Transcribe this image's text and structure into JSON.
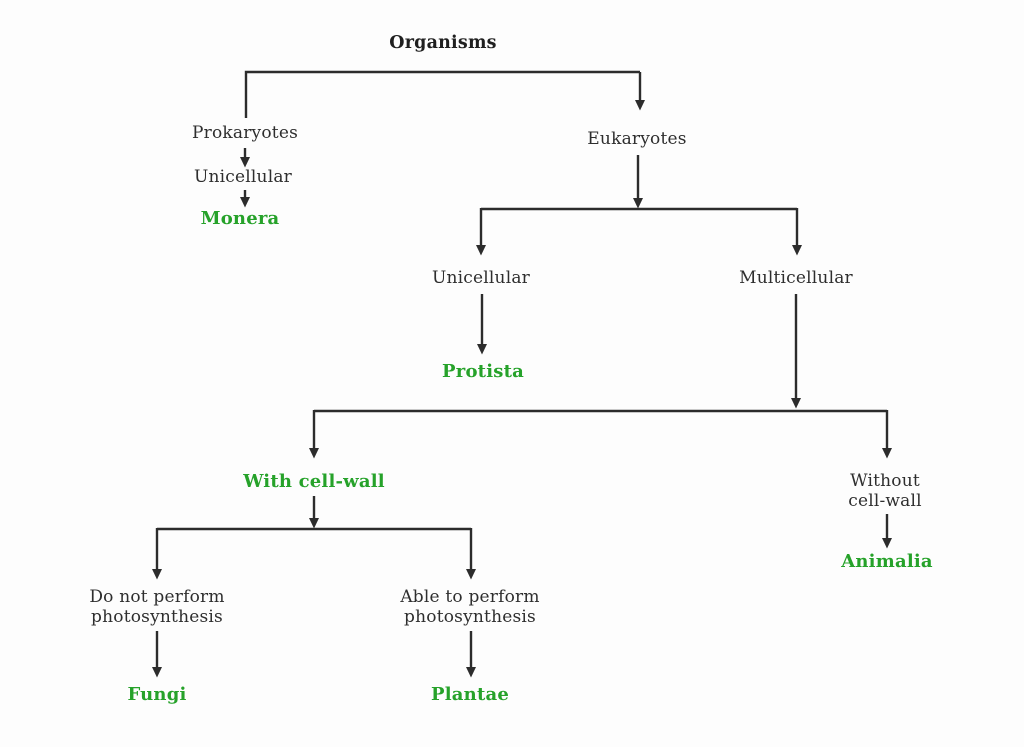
{
  "diagram": {
    "title": "Organisms",
    "colors": {
      "background": "#fdfdfd",
      "text": "#2e2e2e",
      "line": "#2c2c2c",
      "highlight_green": "#26a22a"
    },
    "nodes": {
      "prokaryotes": {
        "label": "Prokaryotes"
      },
      "prokaryotes_cell_type": {
        "label": "Unicellular"
      },
      "monera": {
        "label": "Monera"
      },
      "eukaryotes": {
        "label": "Eukaryotes"
      },
      "eukaryotes_unicellular": {
        "label": "Unicellular"
      },
      "protista": {
        "label": "Protista"
      },
      "multicellular": {
        "label": "Multicellular"
      },
      "with_cell_wall": {
        "label": "With cell-wall"
      },
      "without_cell_wall": {
        "label": "Without cell-wall"
      },
      "animalia": {
        "label": "Animalia"
      },
      "no_photosynthesis": {
        "label": "Do not perform photosynthesis"
      },
      "photosynthesis": {
        "label": "Able to perform photosynthesis"
      },
      "fungi": {
        "label": "Fungi"
      },
      "plantae": {
        "label": "Plantae"
      }
    }
  }
}
